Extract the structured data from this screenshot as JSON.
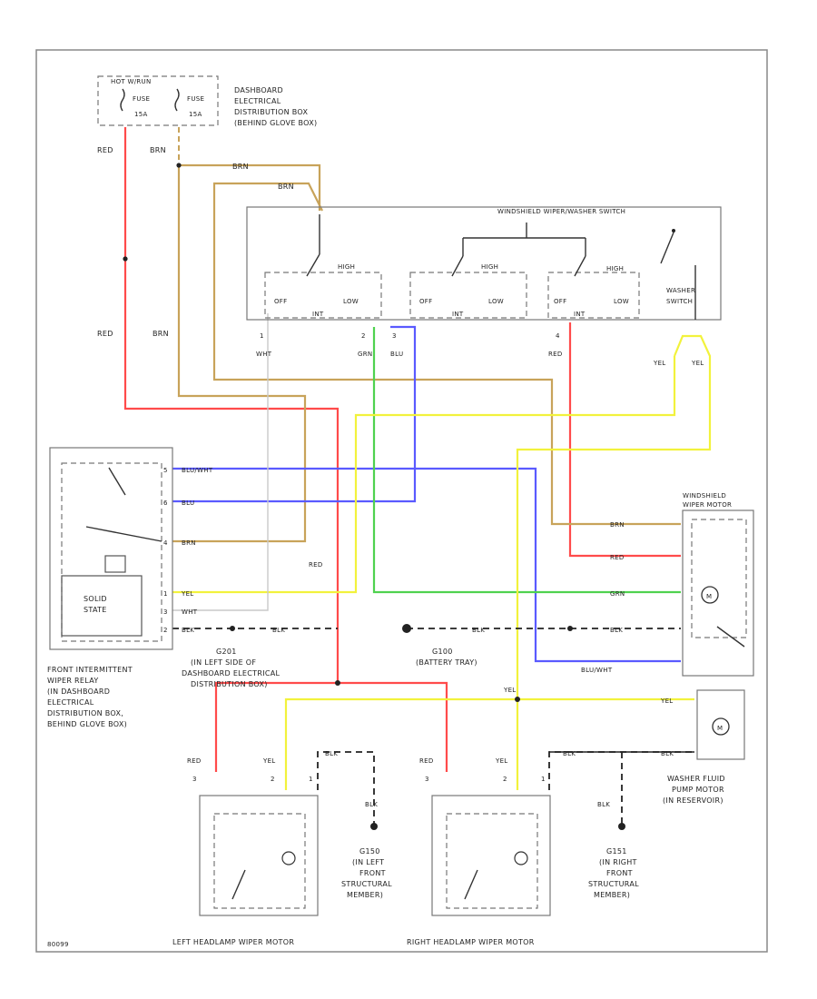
{
  "colors": {
    "red": "#ff4b4b",
    "brown": "#c8a35a",
    "blue": "#5a5aff",
    "green": "#4fd24f",
    "yellow": "#f2f23c",
    "black": "#222222",
    "white": "#cfcfcf"
  },
  "diagram_title": "WINDSHIELD WIPER/WASHER SWITCH",
  "fuse_block": {
    "header": "HOT W/RUN",
    "fuse1": "FUSE",
    "fuse1_amp": "15A",
    "fuse2": "FUSE",
    "fuse2_amp": "15A",
    "desc": [
      "DASHBOARD",
      "ELECTRICAL",
      "DISTRIBUTION BOX",
      "(BEHIND GLOVE BOX)"
    ]
  },
  "switch": {
    "title": "WINDSHIELD WIPER/WASHER SWITCH",
    "pos_off": "OFF",
    "pos_int": "INT",
    "pos_low": "LOW",
    "pos_high": "HIGH",
    "washer": [
      "WASHER",
      "SWITCH"
    ],
    "pins": [
      "1",
      "2",
      "3",
      "4"
    ],
    "pin_colors": [
      "WHT",
      "GRN",
      "BLU"
    ]
  },
  "wire_labels": {
    "red": "RED",
    "brn": "BRN",
    "yel": "YEL",
    "blk": "BLK",
    "grn_blk": "GRN",
    "blu": "BLU"
  },
  "relay": {
    "title": [
      "FRONT INTERMITTENT",
      "WIPER RELAY",
      "(IN DASHBOARD",
      "ELECTRICAL",
      "DISTRIBUTION BOX,",
      "BEHIND GLOVE BOX)"
    ],
    "solid_state": [
      "SOLID",
      "STATE"
    ],
    "pins": [
      "5",
      "6",
      "4",
      "1",
      "3",
      "2"
    ],
    "pin_labels": [
      "BLU/WHT",
      "BLU",
      "BRN",
      "YEL",
      "WHT",
      "BLK"
    ]
  },
  "motor": {
    "title": [
      "WINDSHIELD",
      "WIPER MOTOR"
    ],
    "pins": [
      "BRN",
      "RED",
      "GRN",
      "BLK",
      "BLU/WHT"
    ]
  },
  "grounds": {
    "g201": [
      "G201",
      "(IN LEFT SIDE OF",
      "DASHBOARD ELECTRICAL",
      "DISTRIBUTION BOX)"
    ],
    "g100": [
      "G100",
      "(BATTERY TRAY)"
    ],
    "g150": [
      "G150",
      "(IN LEFT",
      "FRONT",
      "STRUCTURAL",
      "MEMBER)"
    ],
    "g151": [
      "G151",
      "(IN RIGHT",
      "FRONT",
      "STRUCTURAL",
      "MEMBER)"
    ]
  },
  "pump": {
    "title": [
      "WASHER FLUID",
      "PUMP MOTOR",
      "(IN RESERVOIR)"
    ]
  },
  "headlamp_left": {
    "title": "LEFT HEADLAMP WIPER MOTOR",
    "pins": [
      "3",
      "2",
      "1"
    ],
    "pin_colors": [
      "RED",
      "YEL",
      "BLK"
    ]
  },
  "headlamp_right": {
    "title": "RIGHT HEADLAMP WIPER MOTOR",
    "pins": [
      "3",
      "2",
      "1"
    ],
    "pin_colors": [
      "RED",
      "YEL",
      "BLK"
    ]
  },
  "footer_code": "80099"
}
